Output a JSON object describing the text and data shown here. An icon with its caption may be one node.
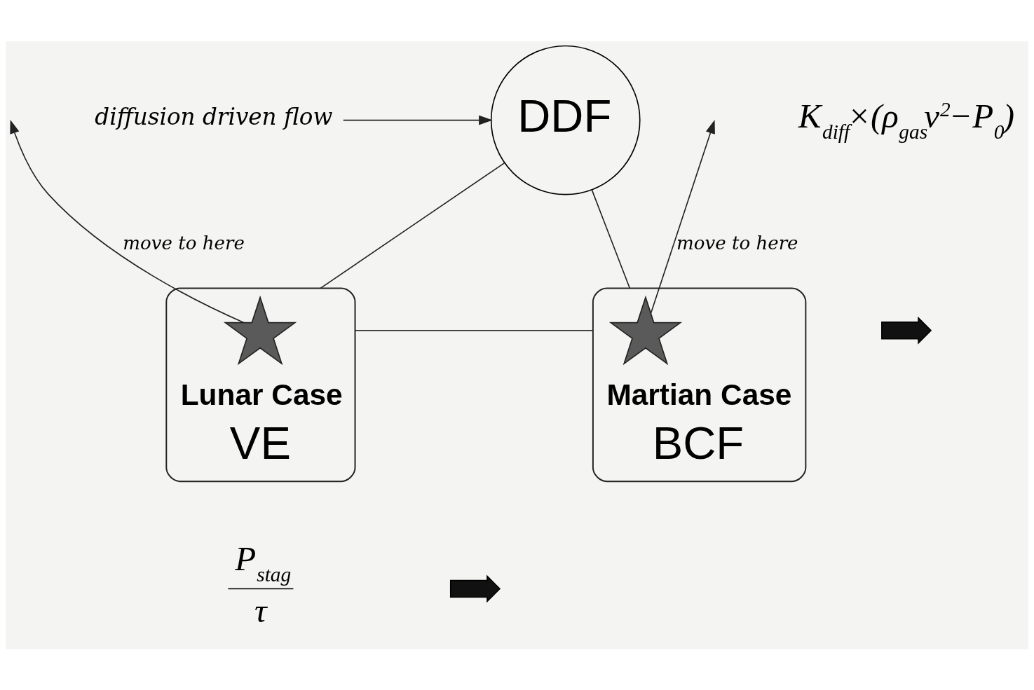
{
  "diagram": {
    "nodes": [
      {
        "text": [
          "DDF"
        ]
      },
      {
        "text": [
          "VE"
        ],
        "beside": [
          "Lunar Case"
        ]
      },
      {
        "text": [],
        "shape": "star",
        "in": 1
      },
      {
        "text": [
          "BCF"
        ],
        "beside": [
          "Martian Case"
        ]
      },
      {
        "text": [],
        "shape": "star",
        "in": 3
      },
      {
        "text": [
          "diffusion driven flow"
        ]
      },
      {
        "text": [],
        "shape": "arrow"
      },
      {
        "text": [],
        "shape": "arrow"
      }
    ],
    "edges": [
      {
        "from": 0,
        "to": 1,
        "arrow": "none"
      },
      {
        "from": 0,
        "to": 3,
        "arrow": "none"
      },
      {
        "from": 1,
        "to": 3,
        "arrow": "none"
      },
      {
        "from": 2,
        "to": null,
        "arrow": "to",
        "label": "move to here"
      },
      {
        "from": 4,
        "to": null,
        "arrow": "to",
        "label": "move to here"
      },
      {
        "from": 5,
        "to": 0,
        "arrow": "to"
      }
    ],
    "labels": [
      "K$_{diff}$×(ρ$_{gas}$v$^{2}$−P$_{0}$)",
      "P$_{stag}$",
      "τ"
    ]
  }
}
